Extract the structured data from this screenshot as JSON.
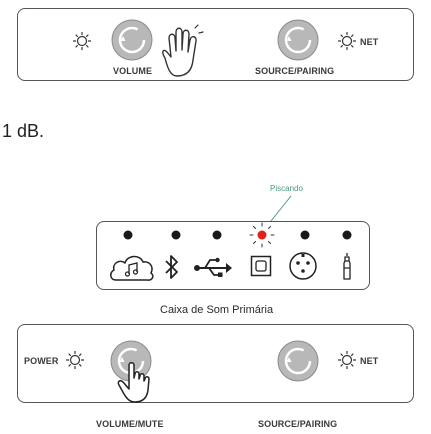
{
  "top_panel": {
    "left_button_label": "VOLUME",
    "right_button_label": "SOURCE/PAIRING",
    "net_label": "NET"
  },
  "note_text": "1 dB.",
  "diagram": {
    "callout_label": "Piscando",
    "caption": "Caixa de Som Primária",
    "led_colors": [
      "#1a1a1a",
      "#1a1a1a",
      "#1a1a1a",
      "#e0201b",
      "#1a1a1a",
      "#1a1a1a"
    ],
    "source_icons": [
      "cloud-music-icon",
      "bluetooth-icon",
      "usb-icon",
      "optical-icon",
      "xlr-icon",
      "aux-jack-icon"
    ]
  },
  "bottom_panel": {
    "power_label": "POWER",
    "net_label": "NET",
    "left_button_label": "VOLUME/MUTE",
    "right_button_label": "SOURCE/PAIRING"
  }
}
